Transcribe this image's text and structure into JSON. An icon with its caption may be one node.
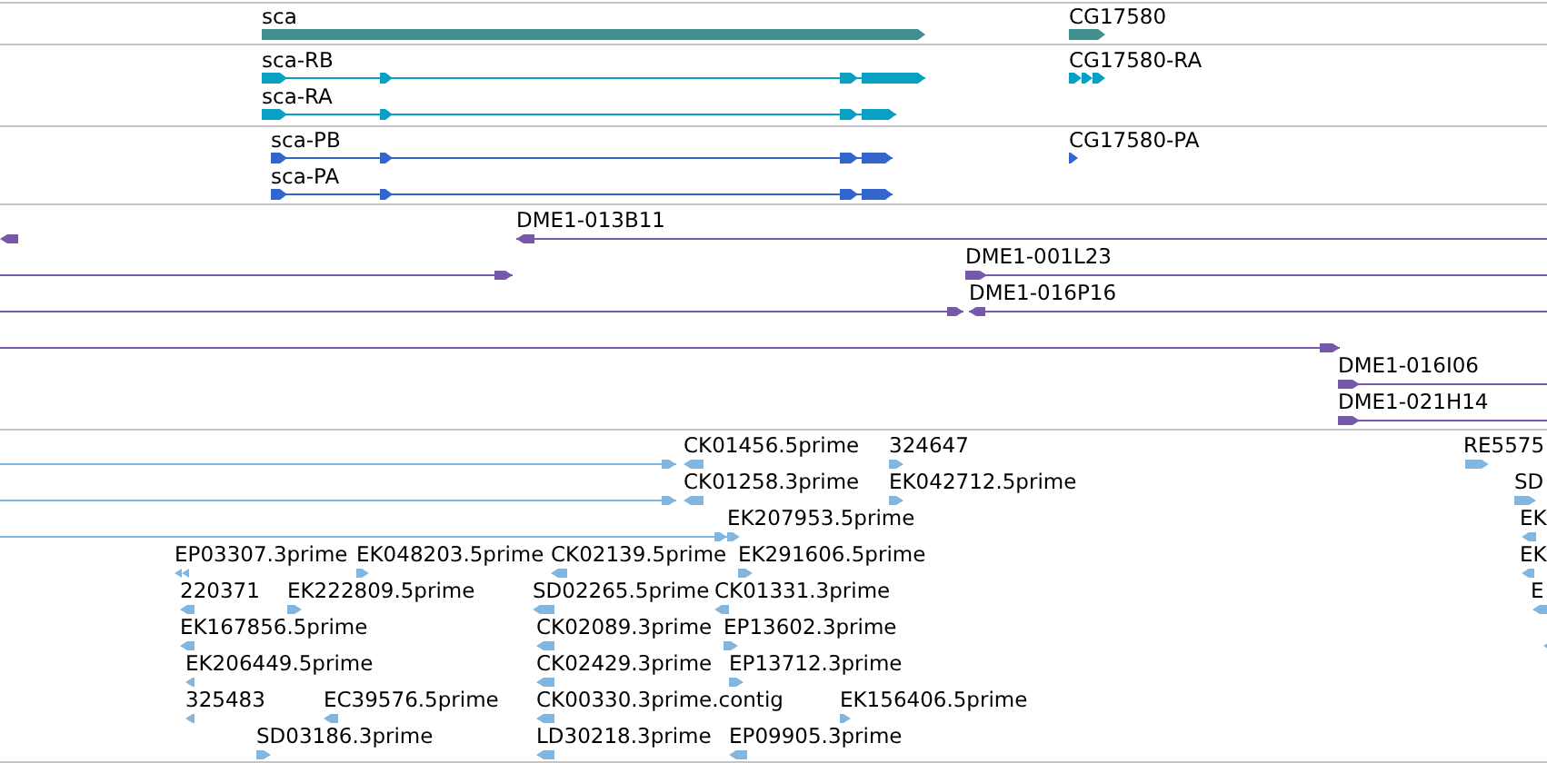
{
  "diagram": {
    "nodes": [
      {
        "text": [
          "sca"
        ]
      },
      {
        "text": [
          "CG17580"
        ]
      },
      {
        "text": [
          "sca-RB"
        ]
      },
      {
        "text": [
          "sca-RA"
        ]
      },
      {
        "text": [
          "CG17580-RA"
        ]
      },
      {
        "text": [
          "sca-PB"
        ]
      },
      {
        "text": [
          "sca-PA"
        ]
      },
      {
        "text": [
          "CG17580-PA"
        ]
      },
      {
        "text": [],
        "shape": "bar"
      },
      {
        "text": [
          "DME1-013B11"
        ]
      },
      {
        "text": [],
        "shape": "bar"
      },
      {
        "text": [
          "DME1-001L23"
        ]
      },
      {
        "text": [],
        "shape": "bar"
      },
      {
        "text": [
          "DME1-016P16"
        ]
      },
      {
        "text": [],
        "shape": "bar"
      },
      {
        "text": [
          "DME1-016I06"
        ]
      },
      {
        "text": [
          "DME1-021H14"
        ]
      },
      {
        "text": [],
        "shape": "bar"
      },
      {
        "text": [
          "CK01456.5prime"
        ]
      },
      {
        "text": [
          "324647"
        ]
      },
      {
        "text": [
          "RE5575"
        ]
      },
      {
        "text": [],
        "shape": "bar"
      },
      {
        "text": [
          "CK01258.3prime"
        ]
      },
      {
        "text": [
          "EK042712.5prime"
        ]
      },
      {
        "text": [
          "SD"
        ]
      },
      {
        "text": [],
        "shape": "bar"
      },
      {
        "text": [
          "EK207953.5prime"
        ]
      },
      {
        "text": [
          "EK"
        ]
      },
      {
        "text": [
          "EP03307.3prime"
        ]
      },
      {
        "text": [
          "EK048203.5prime"
        ]
      },
      {
        "text": [
          "CK02139.5prime"
        ]
      },
      {
        "text": [
          "EK291606.5prime"
        ]
      },
      {
        "text": [
          "EK"
        ]
      },
      {
        "text": [
          "220371"
        ]
      },
      {
        "text": [
          "EK222809.5prime"
        ]
      },
      {
        "text": [
          "SD02265.5prime"
        ]
      },
      {
        "text": [
          "CK01331.3prime"
        ]
      },
      {
        "text": [
          "E"
        ]
      },
      {
        "text": [
          "EK167856.5prime"
        ]
      },
      {
        "text": [
          "CK02089.3prime"
        ]
      },
      {
        "text": [
          "EP13602.3prime"
        ]
      },
      {
        "text": [],
        "shape": "bar"
      },
      {
        "text": [
          "EK206449.5prime"
        ]
      },
      {
        "text": [
          "CK02429.3prime"
        ]
      },
      {
        "text": [
          "EP13712.3prime"
        ]
      },
      {
        "text": [
          "325483"
        ]
      },
      {
        "text": [
          "EC39576.5prime"
        ]
      },
      {
        "text": [
          "CK00330.3prime.contig"
        ]
      },
      {
        "text": [
          "EK156406.5prime"
        ]
      },
      {
        "text": [
          "SD03186.3prime"
        ]
      },
      {
        "text": [
          "LD30218.3prime"
        ]
      },
      {
        "text": [
          "EP09905.3prime"
        ]
      }
    ]
  }
}
